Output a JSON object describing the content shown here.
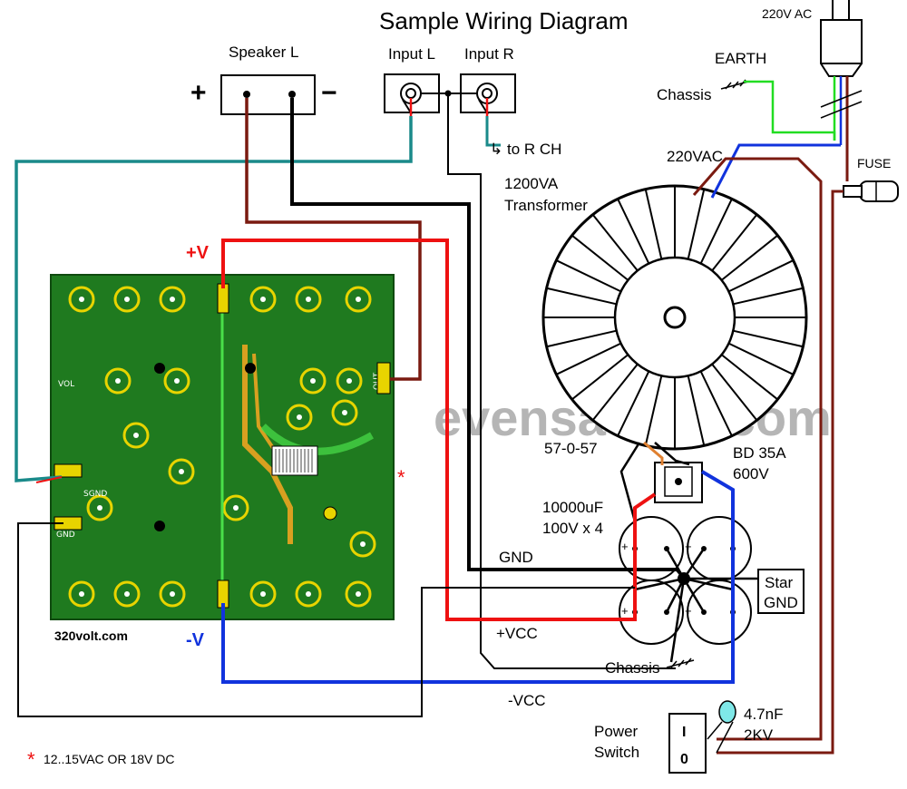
{
  "title": "Sample Wiring Diagram",
  "labels": {
    "speaker_l": "Speaker L",
    "speaker_plus": "+",
    "speaker_minus": "−",
    "input_l": "Input L",
    "input_r": "Input R",
    "to_r_ch": "to R CH",
    "ac_in": "220V AC",
    "earth": "EARTH",
    "chassis_top": "Chassis",
    "ac_220": "220VAC",
    "fuse": "FUSE",
    "transformer_line1": "1200VA",
    "transformer_line2": "Transformer",
    "voltage_taps": "57-0-57",
    "bridge_line1": "BD 35A",
    "bridge_line2": "600V",
    "caps_line1": "10000uF",
    "caps_line2": "100V x 4",
    "gnd": "GND",
    "star_gnd_line1": "Star",
    "star_gnd_line2": "GND",
    "plus_vcc": "+VCC",
    "minus_vcc": "-VCC",
    "chassis_bottom": "Chassis",
    "power_switch_line1": "Power",
    "power_switch_line2": "Switch",
    "cap_value_line1": "4.7nF",
    "cap_value_line2": "2KV",
    "plus_v": "+V",
    "minus_v": "-V",
    "pcb_credit": "320volt.com",
    "asterisk": "*",
    "footnote_text": "12..15VAC OR 18V DC",
    "watermark": "evensaudio.com",
    "pcb_vol": "VOL",
    "pcb_sgnd": "SGND",
    "pcb_gnd": "GND",
    "pcb_out": "OUT",
    "switch_on": "I",
    "switch_off": "0"
  },
  "colors": {
    "red_wire": "#ee1111",
    "blue_wire": "#1133dd",
    "teal_wire": "#1a8a8a",
    "brown_wire": "#7a1a10",
    "green_earth": "#22dd22",
    "pcb_green": "#1f7a1f",
    "watermark": "#b0b0b0"
  }
}
